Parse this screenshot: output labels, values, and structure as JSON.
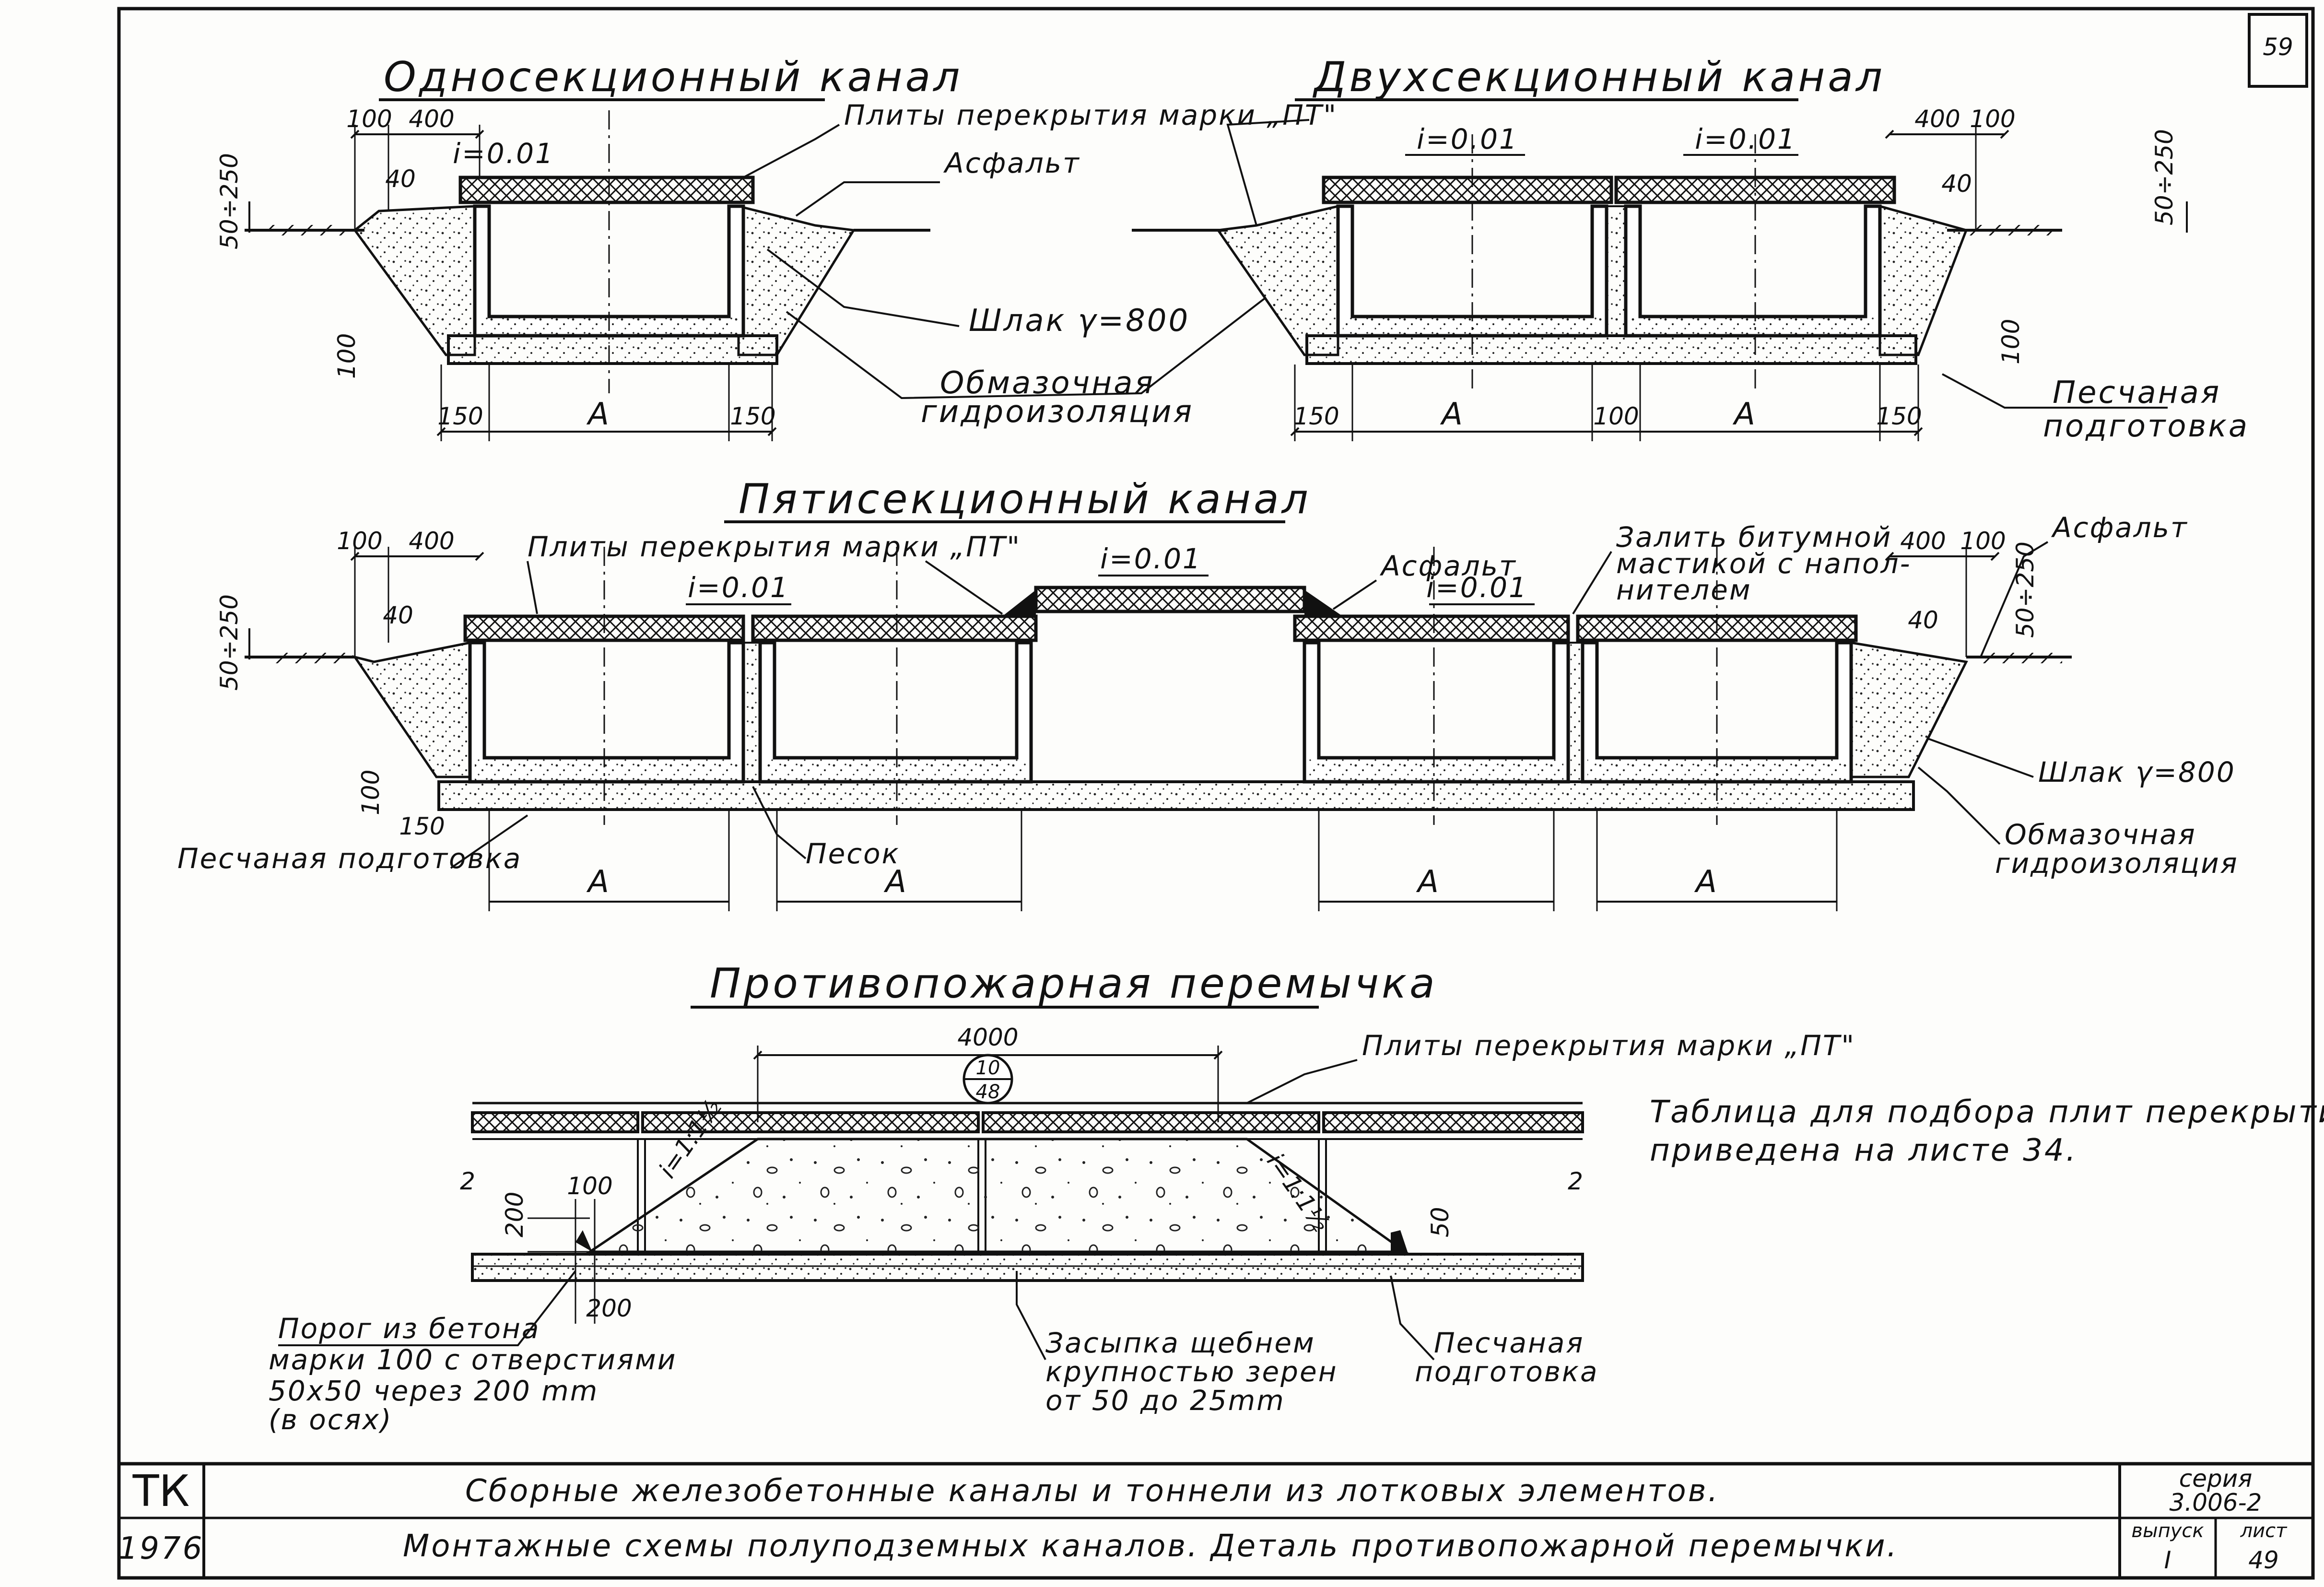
{
  "sheet_number": "59",
  "single": {
    "title": "Односекционный канал",
    "slab_label": "Плиты перекрытия марки „ПТ\"",
    "asphalt": "Асфальт",
    "slope": "i=0.01",
    "dims": {
      "d100": "100",
      "d400": "400",
      "d40": "40",
      "d50_250": "50÷250",
      "d100v": "100",
      "d150a": "150",
      "dA": "А",
      "d150b": "150"
    }
  },
  "double": {
    "title": "Двухсекционный канал",
    "slope1": "i=0.01",
    "slope2": "i=0.01",
    "dims": {
      "d400": "400",
      "d100": "100",
      "d40": "40",
      "d50_250": "50÷250",
      "d100v": "100",
      "d150a": "150",
      "dA1": "А",
      "d100b": "100",
      "dA2": "А",
      "d150b": "150"
    }
  },
  "shared": {
    "slag": "Шлак γ=800",
    "coating1": "Обмазочная",
    "coating2": "гидроизоляция",
    "sand1": "Песчаная",
    "sand2": "подготовка"
  },
  "five": {
    "title": "Пятисекционный канал",
    "slab_label": "Плиты перекрытия марки „ПТ\"",
    "slope_top": "i=0.01",
    "slope_l": "i=0.01",
    "slope_r": "i=0.01",
    "asphalt_mid": "Асфальт",
    "asphalt_right": "Асфальт",
    "fill1": "Залить битумной",
    "fill2": "мастикой с напол-",
    "fill3": "нителем",
    "sand_base": "Песчаная подготовка",
    "sand": "Песок",
    "slag": "Шлак γ=800",
    "coating1": "Обмазочная",
    "coating2": "гидроизоляция",
    "dims": {
      "d100": "100",
      "d400": "400",
      "d40": "40",
      "d50_250": "50÷250",
      "d100v": "100",
      "d150": "150",
      "d400r": "400",
      "d100r": "100",
      "d40r": "40",
      "d50_250r": "50÷250",
      "A1": "А",
      "A2": "А",
      "A3": "А",
      "A4": "А"
    }
  },
  "firewall": {
    "title": "Противопожарная перемычка",
    "d4000": "4000",
    "ref_top": "10",
    "ref_bottom": "48",
    "slab_label": "Плиты перекрытия марки „ПТ\"",
    "slope_l": "i=1:1½",
    "slope_r": "i=1:1½",
    "d100": "100",
    "d200a": "200",
    "d200b": "200",
    "d50": "50",
    "axis_l": "2",
    "axis_r": "2",
    "threshold1": "Порог из бетона",
    "threshold2": "марки 100 с отверстиями",
    "threshold3": "50х50 через 200 mm",
    "threshold4": "(в осях)",
    "backfill1": "Засыпка щебнем",
    "backfill2": "крупностью зерен",
    "backfill3": "от 50 до 25mm",
    "sand1": "Песчаная",
    "sand2": "подготовка"
  },
  "note": {
    "line1": "Таблица для подбора плит перекрытия",
    "line2": "приведена на листе 34."
  },
  "title_block": {
    "org": "ТК",
    "year": "1976",
    "line1": "Сборные железобетонные каналы и тоннели из лотковых элементов.",
    "line2": "Монтажные схемы полуподземных каналов. Деталь противопожарной перемычки.",
    "series_label": "серия",
    "series": "3.006-2",
    "issue_label": "выпуск",
    "issue": "I",
    "sheet_label": "лист",
    "sheet": "49"
  }
}
